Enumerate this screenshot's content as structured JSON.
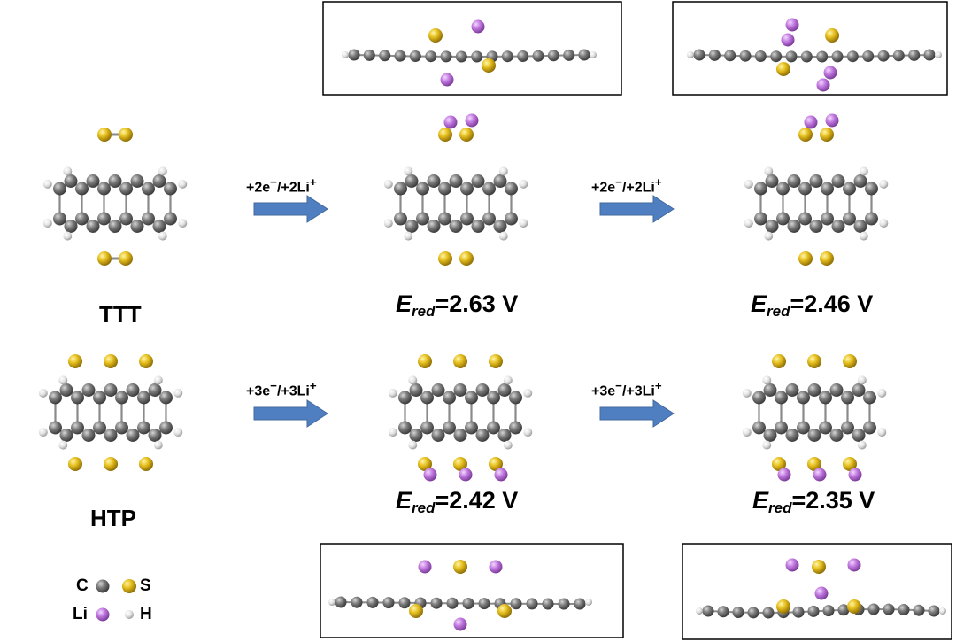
{
  "molecules": [
    {
      "name": "TTT"
    },
    {
      "name": "HTP"
    }
  ],
  "reactions": [
    {
      "electrons": "+2e",
      "cations": "/+2Li",
      "sup": "+"
    },
    {
      "electrons": "+2e",
      "cations": "/+2Li",
      "sup": "+"
    },
    {
      "electrons": "+3e",
      "cations": "/+3Li",
      "sup": "+"
    },
    {
      "electrons": "+3e",
      "cations": "/+3Li",
      "sup": "+"
    }
  ],
  "potentials": [
    {
      "symbol": "E",
      "sub": "red",
      "value": "=2.63 V"
    },
    {
      "symbol": "E",
      "sub": "red",
      "value": "=2.46 V"
    },
    {
      "symbol": "E",
      "sub": "red",
      "value": "=2.42 V"
    },
    {
      "symbol": "E",
      "sub": "red",
      "value": "=2.35 V"
    }
  ],
  "legend": [
    {
      "symbol": "C",
      "color": "#7a7a7a"
    },
    {
      "symbol": "S",
      "color": "#e8c22a"
    },
    {
      "symbol": "Li",
      "color": "#c27ae0"
    },
    {
      "symbol": "H",
      "color": "#e6e6e6"
    }
  ],
  "colors": {
    "carbon": "#7a7a7a",
    "sulfur": "#e8c22a",
    "lithium": "#c27ae0",
    "hydrogen": "#e6e6e6",
    "arrow": "#4f7ec1",
    "arrow_border": "#41699f"
  }
}
